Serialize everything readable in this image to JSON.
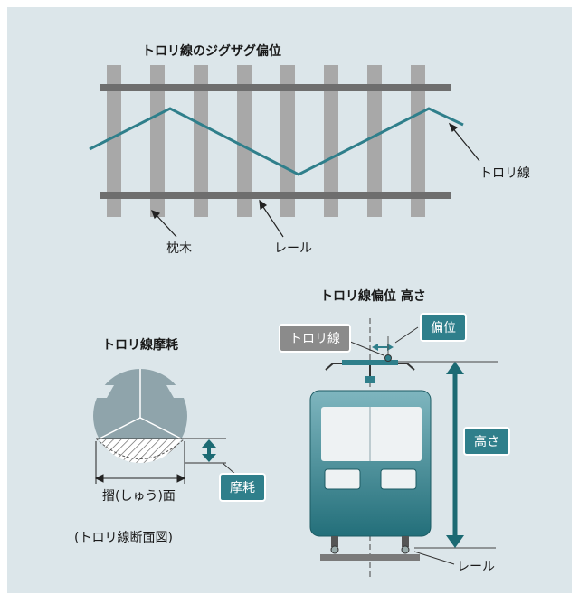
{
  "titles": {
    "zigzag": "トロリ線のジグザグ偏位",
    "height_section": "トロリ線偏位 高さ",
    "wear_section": "トロリ線摩耗"
  },
  "labels": {
    "trolley_wire": "トロリ線",
    "sleeper": "枕木",
    "rail": "レール",
    "contact_surface": "摺(しゅう)面",
    "cross_section": "(トロリ線断面図)"
  },
  "callouts": {
    "wear": "摩耗",
    "trolley_wire": "トロリ線",
    "offset": "偏位",
    "height": "高さ"
  },
  "colors": {
    "background": "#dce6ea",
    "teal": "#2f7f8b",
    "rail": "#6e6e6e",
    "sleeper": "#a8a8a8",
    "train_body": "#3b8d99",
    "window": "#eef2f3",
    "dark_teal": "#1c6a73"
  }
}
